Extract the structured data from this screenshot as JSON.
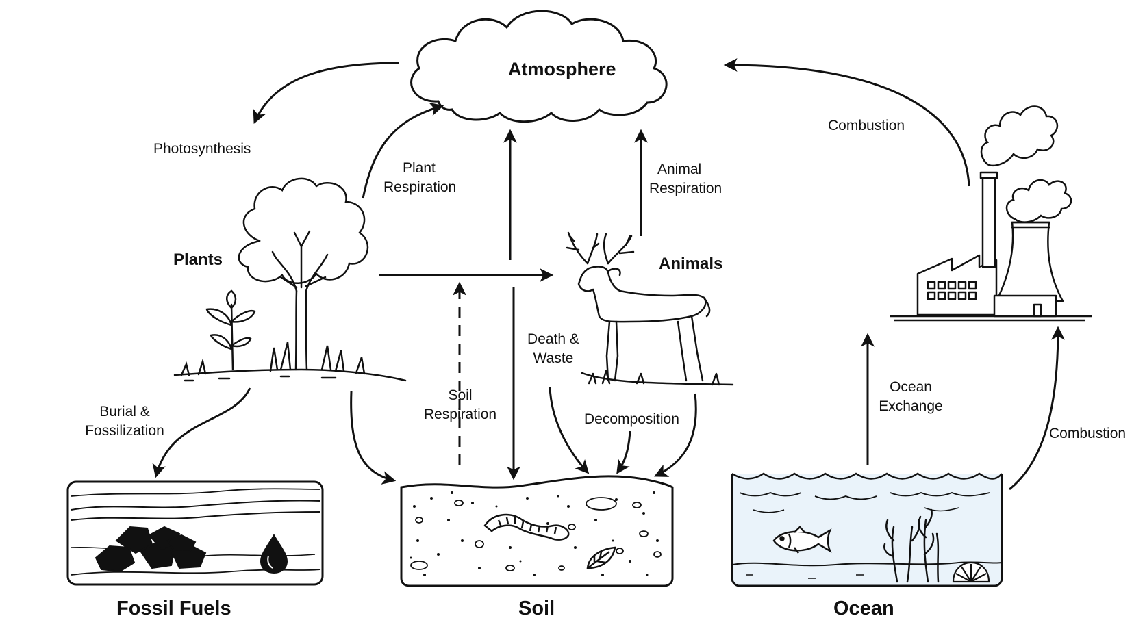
{
  "nodes": {
    "atmosphere": "Atmosphere",
    "plants": "Plants",
    "animals": "Animals",
    "fossil_fuels": "Fossil Fuels",
    "soil": "Soil",
    "ocean": "Ocean"
  },
  "processes": {
    "photosynthesis": "Photosynthesis",
    "plant_respiration": [
      "Plant",
      "Respiration"
    ],
    "animal_respiration": [
      "Animal",
      "Respiration"
    ],
    "combustion_top": "Combustion",
    "combustion_right": "Combustion",
    "death_waste": [
      "Death &",
      "Waste"
    ],
    "soil_respiration": [
      "Soil",
      "Respiration"
    ],
    "decomposition": "Decomposition",
    "burial": [
      "Burial &",
      "Fossilization"
    ],
    "ocean_exchange": [
      "Ocean",
      "Exchange"
    ]
  },
  "icons": [
    "cloud-icon",
    "tree-icon",
    "seedling-icon",
    "deer-icon",
    "factory-icon",
    "cooling-tower-icon",
    "smoke-icon",
    "coal-icon",
    "oil-drop-icon",
    "worm-icon",
    "leaf-icon",
    "fish-icon",
    "seaweed-icon",
    "shell-icon"
  ],
  "colors": {
    "ink": "#111111",
    "ocean_water": "#eaf3fa"
  }
}
